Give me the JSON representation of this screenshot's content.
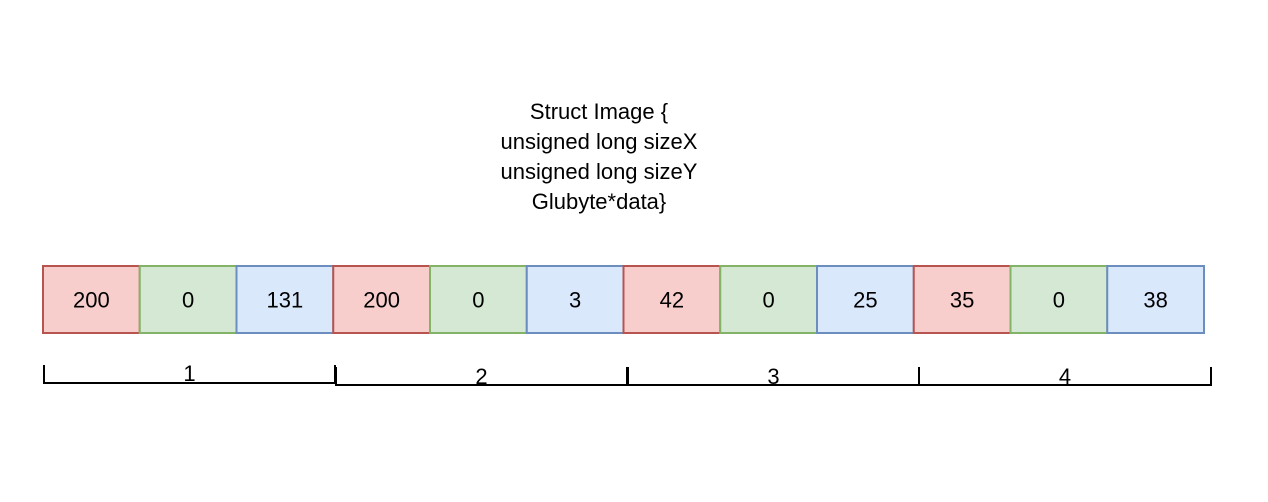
{
  "struct": {
    "lines": [
      "Struct Image {",
      "unsigned long sizeX",
      "unsigned long sizeY",
      "Glubyte*data}"
    ]
  },
  "channel_colors": {
    "red": {
      "fill": "#f8cecc",
      "stroke": "#b85450"
    },
    "green": {
      "fill": "#d5e8d4",
      "stroke": "#82b366"
    },
    "blue": {
      "fill": "#dae8fc",
      "stroke": "#6c8ebf"
    }
  },
  "cells": [
    {
      "value": "200",
      "channel": "red"
    },
    {
      "value": "0",
      "channel": "green"
    },
    {
      "value": "131",
      "channel": "blue"
    },
    {
      "value": "200",
      "channel": "red"
    },
    {
      "value": "0",
      "channel": "green"
    },
    {
      "value": "3",
      "channel": "blue"
    },
    {
      "value": "42",
      "channel": "red"
    },
    {
      "value": "0",
      "channel": "green"
    },
    {
      "value": "25",
      "channel": "blue"
    },
    {
      "value": "35",
      "channel": "red"
    },
    {
      "value": "0",
      "channel": "green"
    },
    {
      "value": "38",
      "channel": "blue"
    }
  ],
  "groups": [
    {
      "label": "1"
    },
    {
      "label": "2"
    },
    {
      "label": "3"
    },
    {
      "label": "4"
    }
  ]
}
